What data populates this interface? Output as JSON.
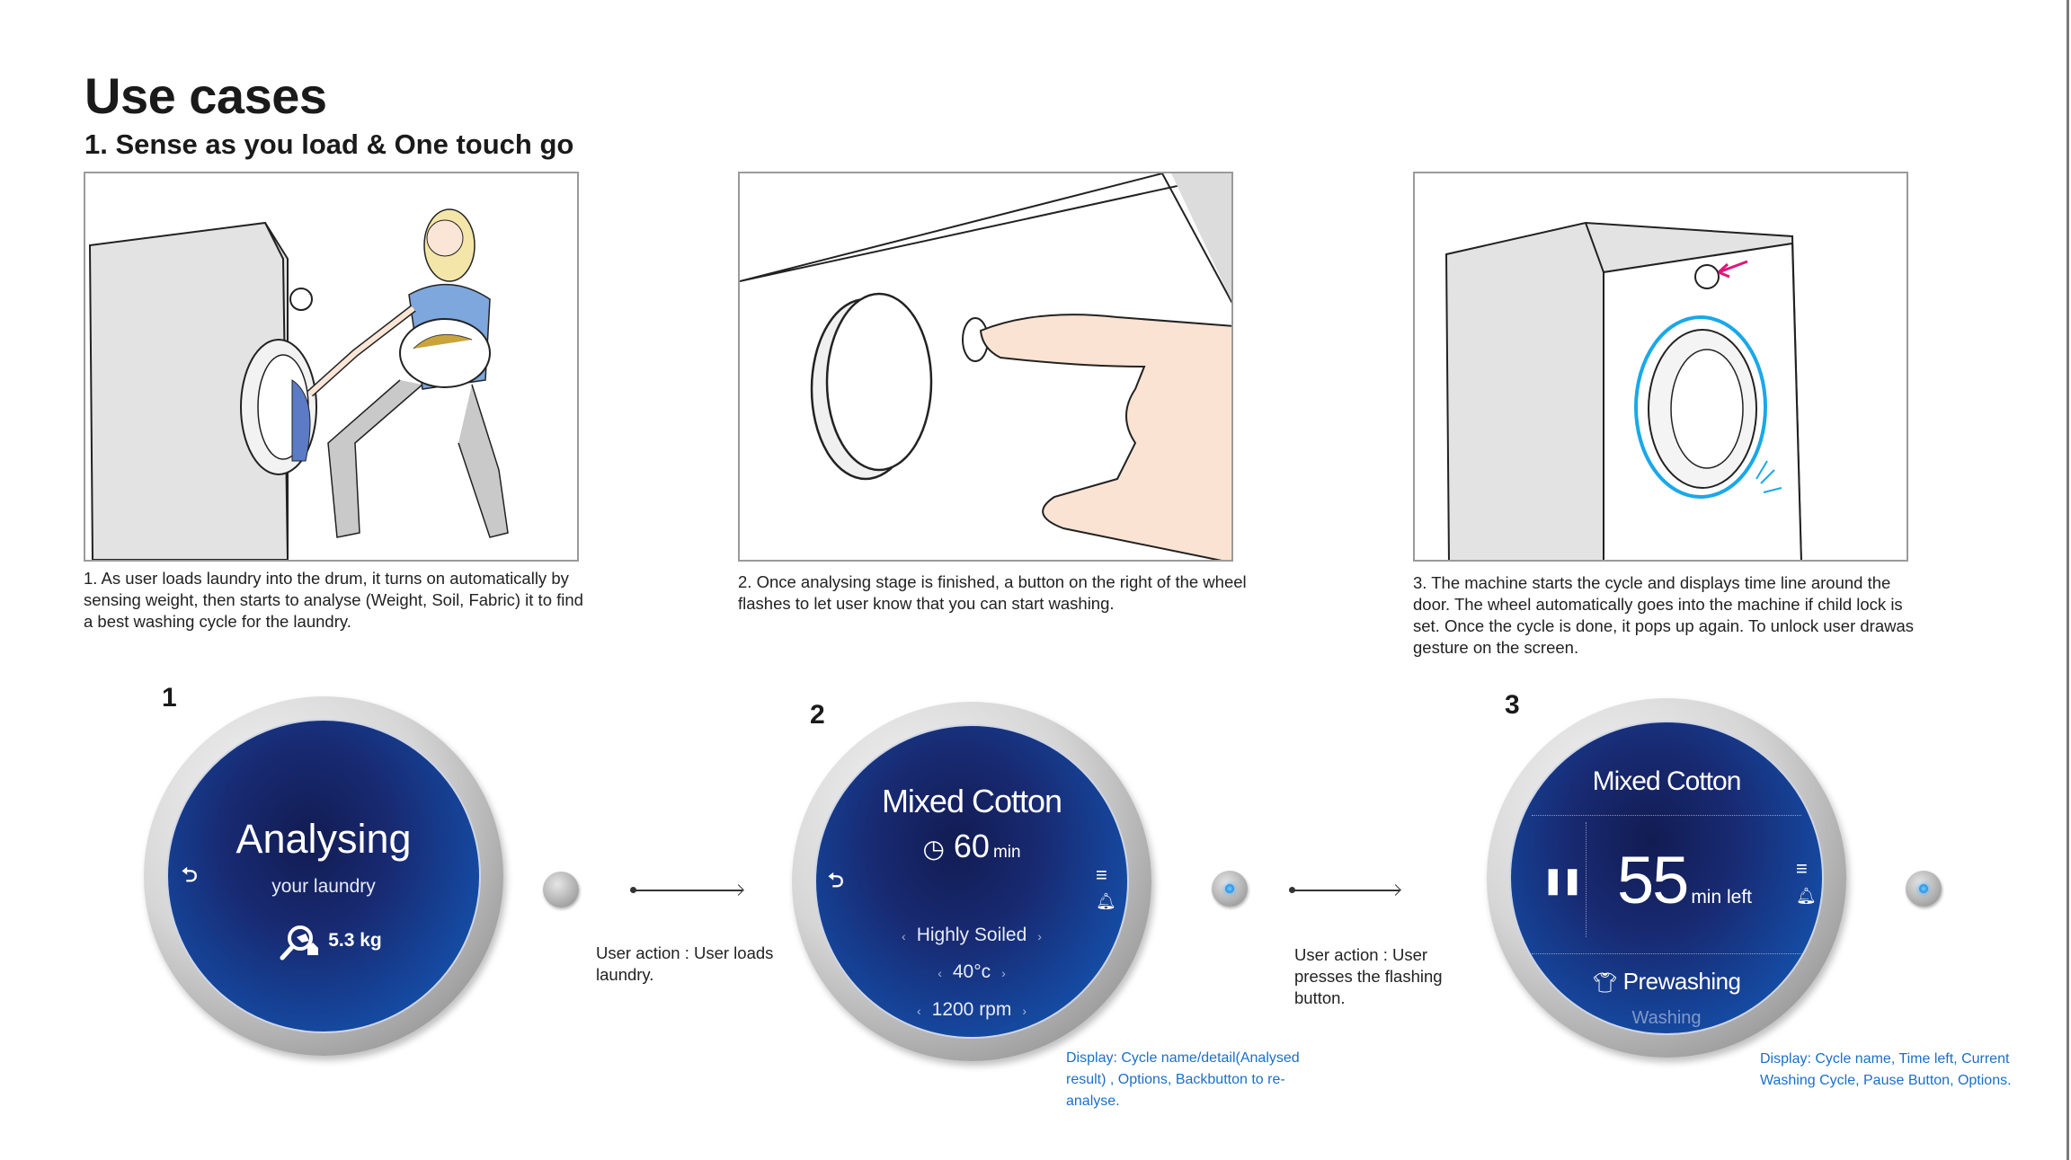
{
  "header": {
    "title": "Use cases",
    "subtitle": "1. Sense as you load & One touch go"
  },
  "panels": [
    {
      "caption": "1. As user loads laundry into the drum, it turns on automatically by sensing weight, then starts to analyse (Weight, Soil, Fabric) it to find a best washing cycle for the laundry."
    },
    {
      "caption": "2. Once analysing stage is finished, a button on the right of the wheel flashes to let user know that you can start washing."
    },
    {
      "caption": "3. The machine starts the cycle and displays time line around the door. The wheel automatically goes into the machine if child lock is set. Once the cycle is done, it pops up again. To unlock user drawas gesture on the screen."
    }
  ],
  "steps": [
    {
      "number": "1",
      "title": "Analysing",
      "subtitle": "your laundry",
      "weight": "5.3 kg",
      "icons": [
        "back-icon",
        "laundry-scan-icon"
      ]
    },
    {
      "number": "2",
      "title": "Mixed Cotton",
      "time_value": "60",
      "time_unit": "min",
      "options": [
        "Highly Soiled",
        "40°c",
        "1200 rpm"
      ],
      "prev": "‹",
      "next": "›",
      "icons": [
        "back-icon",
        "clock-icon",
        "menu-icon",
        "bell-icon"
      ],
      "action": "User action : User loads laundry.",
      "note": "Display: Cycle name/detail(Analysed result) , Options, Backbutton to re-analyse."
    },
    {
      "number": "3",
      "title": "Mixed Cotton",
      "time_value": "55",
      "time_unit": "min left",
      "current_cycle": "Prewashing",
      "next_cycle": "Washing",
      "icons": [
        "pause-icon",
        "menu-icon",
        "bell-icon",
        "shirt-icon"
      ],
      "action": "User action : User presses the flashing button.",
      "note": "Display: Cycle name, Time left, Current Washing Cycle, Pause Button, Options."
    }
  ],
  "colors": {
    "accent": "#1a6fc9",
    "screen": "#1549a0",
    "ring": "#1aa8e8",
    "arrow": "#e0157a"
  }
}
